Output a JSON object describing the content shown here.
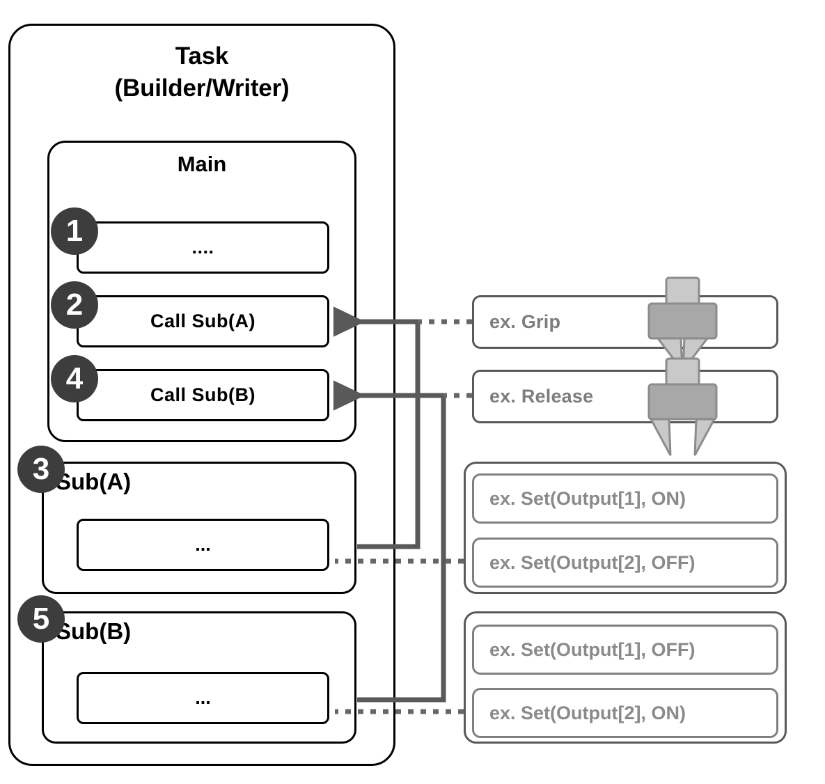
{
  "diagram": {
    "title_line1": "Task",
    "title_line2": "(Builder/Writer)",
    "main_title": "Main",
    "colors": {
      "outline": "#000000",
      "badge_fill": "#3d3d3d",
      "badge_text": "#ffffff",
      "example_text": "#8a8a8a",
      "example_border": "#808080",
      "connector": "#595959",
      "gripper_light": "#c9c9c9",
      "gripper_dark": "#a8a8a8",
      "gripper_stroke": "#8c8c8c"
    }
  },
  "main": {
    "steps": [
      {
        "badge": "1",
        "label": "...."
      },
      {
        "badge": "2",
        "label": "Call Sub(A)"
      },
      {
        "badge": "4",
        "label": "Call Sub(B)"
      }
    ]
  },
  "subs": [
    {
      "badge": "3",
      "title": "Sub(A)",
      "body": "..."
    },
    {
      "badge": "5",
      "title": "Sub(B)",
      "body": "..."
    }
  ],
  "examples": {
    "actions": [
      {
        "label": "ex. Grip",
        "icon": "gripper-closed-icon"
      },
      {
        "label": "ex. Release",
        "icon": "gripper-open-icon"
      }
    ],
    "groups": [
      {
        "items": [
          "ex. Set(Output[1], ON)",
          "ex. Set(Output[2], OFF)"
        ]
      },
      {
        "items": [
          "ex. Set(Output[1], OFF)",
          "ex. Set(Output[2], ON)"
        ]
      }
    ]
  }
}
